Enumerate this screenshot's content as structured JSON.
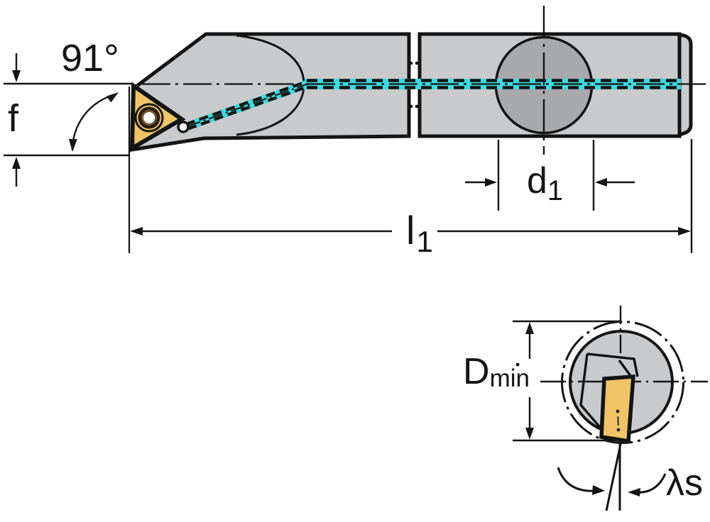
{
  "drawing": {
    "type": "technical-drawing-boring-bar",
    "labels": {
      "cutting_angle": "91°",
      "offset": "f",
      "shank_diameter": {
        "letter": "d",
        "sub": "1"
      },
      "overall_length": {
        "letter": "l",
        "sub": "1"
      },
      "min_bore_diameter": {
        "letter": "D",
        "sub": "min"
      },
      "inclination_angle": "λs"
    },
    "colors": {
      "body": "#c9cacb",
      "section": "#a8a9ab",
      "insert": "#f0c466",
      "insert_screw_dark": "#2a1c0c",
      "insert_screw_mid": "#6e5a2e",
      "coolant": "#3fd9de",
      "line": "#141414",
      "background": "#ffffff"
    }
  }
}
